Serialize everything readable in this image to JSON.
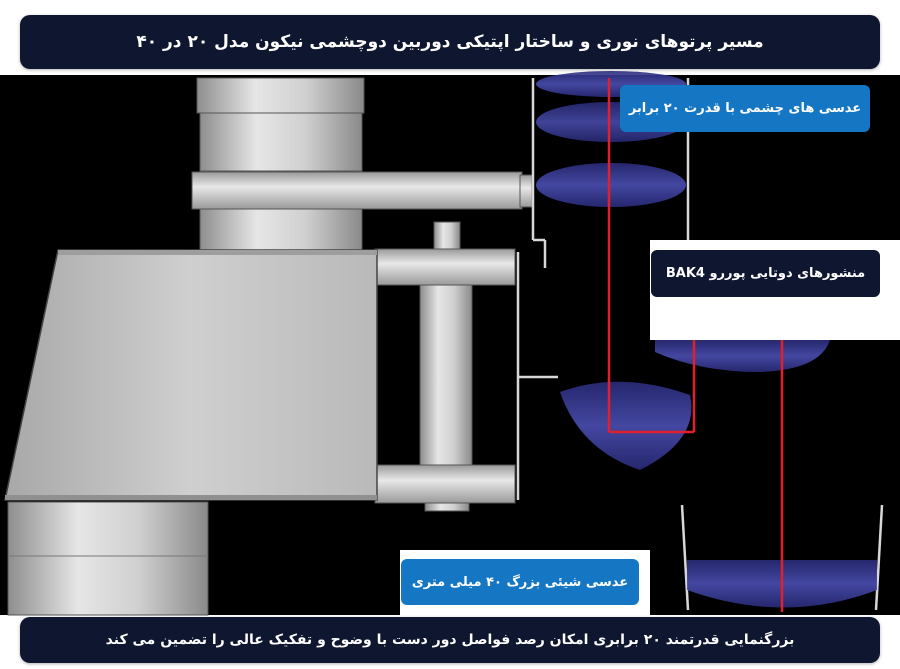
{
  "title": "مسیر پرتوهای نوری و ساختار اپتیکی دوربین دوچشمی نیکون مدل ۲۰ در ۴۰",
  "labels": {
    "eyepiece": "عدسی های چشمی با قدرت ۲۰ برابر",
    "prism": "منشورهای دوتایی پوررو BAK4",
    "objective": "عدسی شیئی بزرگ ۴۰ میلی متری"
  },
  "caption": "بزرگنمایی قدرتمند ۲۰ برابری امکان رصد فواصل دور دست با وضوح و تفکیک عالی را تضمین می کند",
  "colors": {
    "background": "#000000",
    "banner": "#0f1730",
    "label_blue": "#1577c3",
    "lens": "#3d3f9a",
    "light_ray": "#e0202c",
    "metal": "#c4c4c4"
  }
}
